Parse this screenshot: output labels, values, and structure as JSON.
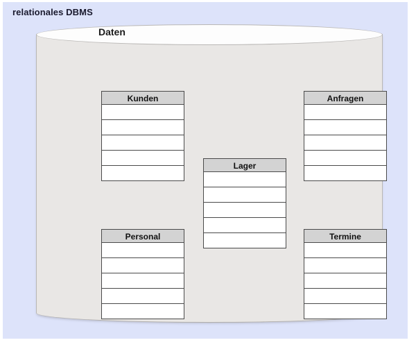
{
  "diagram": {
    "title": "relationales DBMS",
    "database": {
      "label": "Daten",
      "tables": [
        {
          "name": "Kunden",
          "row_count": 5,
          "rows": [
            "",
            "",
            "",
            "",
            ""
          ]
        },
        {
          "name": "Anfragen",
          "row_count": 5,
          "rows": [
            "",
            "",
            "",
            "",
            ""
          ]
        },
        {
          "name": "Lager",
          "row_count": 5,
          "rows": [
            "",
            "",
            "",
            "",
            ""
          ]
        },
        {
          "name": "Personal",
          "row_count": 5,
          "rows": [
            "",
            "",
            "",
            "",
            ""
          ]
        },
        {
          "name": "Termine",
          "row_count": 5,
          "rows": [
            "",
            "",
            "",
            "",
            ""
          ]
        }
      ]
    },
    "colors": {
      "panel_background": "#dde3fa",
      "cylinder_body": "#e9e7e5",
      "cylinder_top": "#fdfdfd",
      "table_header": "#d3d3d3",
      "table_row": "#ffffff",
      "outline": "#4a4a4a",
      "title_text": "#1a1a2e"
    }
  }
}
